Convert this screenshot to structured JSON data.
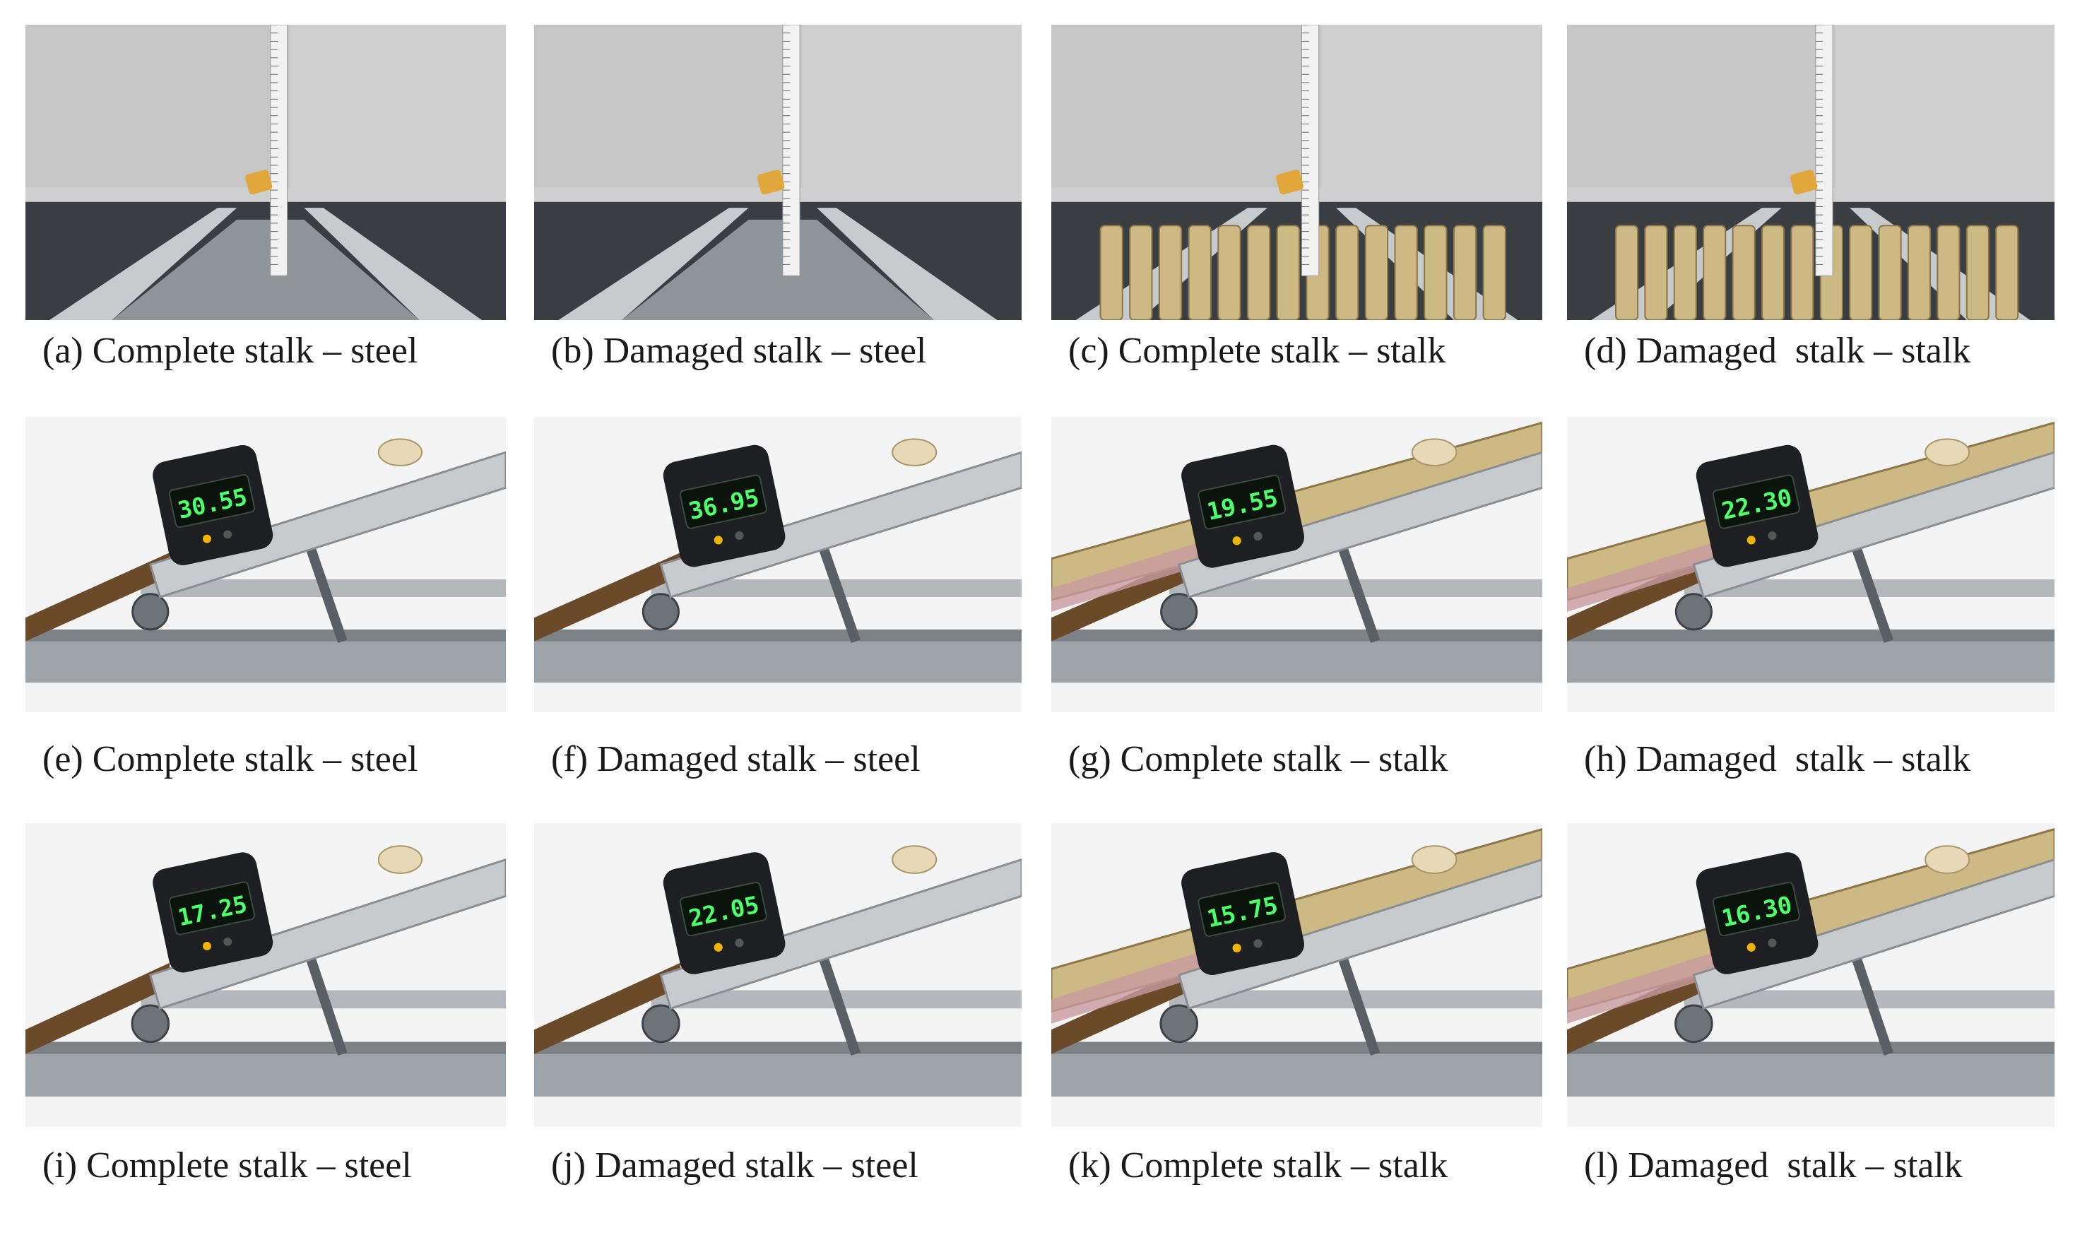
{
  "figure": {
    "panels": [
      {
        "id": "a",
        "caption": "(a) Complete stalk – steel",
        "view": "front",
        "surface": "steel",
        "stalk": "complete",
        "readout": ""
      },
      {
        "id": "b",
        "caption": "(b) Damaged stalk – steel",
        "view": "front",
        "surface": "steel",
        "stalk": "damaged",
        "readout": ""
      },
      {
        "id": "c",
        "caption": "(c) Complete stalk – stalk",
        "view": "front",
        "surface": "stalk",
        "stalk": "complete",
        "readout": ""
      },
      {
        "id": "d",
        "caption": "(d) Damaged  stalk – stalk",
        "view": "front",
        "surface": "stalk",
        "stalk": "damaged",
        "readout": ""
      },
      {
        "id": "e",
        "caption": "(e) Complete stalk – steel",
        "view": "incline",
        "surface": "steel",
        "stalk": "complete",
        "readout": "30.55"
      },
      {
        "id": "f",
        "caption": "(f) Damaged stalk – steel",
        "view": "incline",
        "surface": "steel",
        "stalk": "damaged",
        "readout": "36.95"
      },
      {
        "id": "g",
        "caption": "(g) Complete stalk – stalk",
        "view": "incline",
        "surface": "stalk",
        "stalk": "complete",
        "readout": "19.55"
      },
      {
        "id": "h",
        "caption": "(h) Damaged  stalk – stalk",
        "view": "incline",
        "surface": "stalk",
        "stalk": "damaged",
        "readout": "22.30"
      },
      {
        "id": "i",
        "caption": "(i) Complete stalk – steel",
        "view": "incline",
        "surface": "steel",
        "stalk": "complete",
        "readout": "17.25"
      },
      {
        "id": "j",
        "caption": "(j) Damaged stalk – steel",
        "view": "incline",
        "surface": "steel",
        "stalk": "damaged",
        "readout": "22.05"
      },
      {
        "id": "k",
        "caption": "(k) Complete stalk – stalk",
        "view": "incline",
        "surface": "stalk",
        "stalk": "complete",
        "readout": "15.75"
      },
      {
        "id": "l",
        "caption": "(l) Damaged  stalk – stalk",
        "view": "incline",
        "surface": "stalk",
        "stalk": "damaged",
        "readout": "16.30"
      }
    ],
    "colors": {
      "wall": "#cfcfcf",
      "aluminum": "#c8cbce",
      "steel_plate": "#8f9499",
      "stalk": "#cdb984",
      "stalk_piece": "#e2a73a",
      "lcd_text": "#4dff6a",
      "meter_body": "#1d1f22"
    }
  }
}
